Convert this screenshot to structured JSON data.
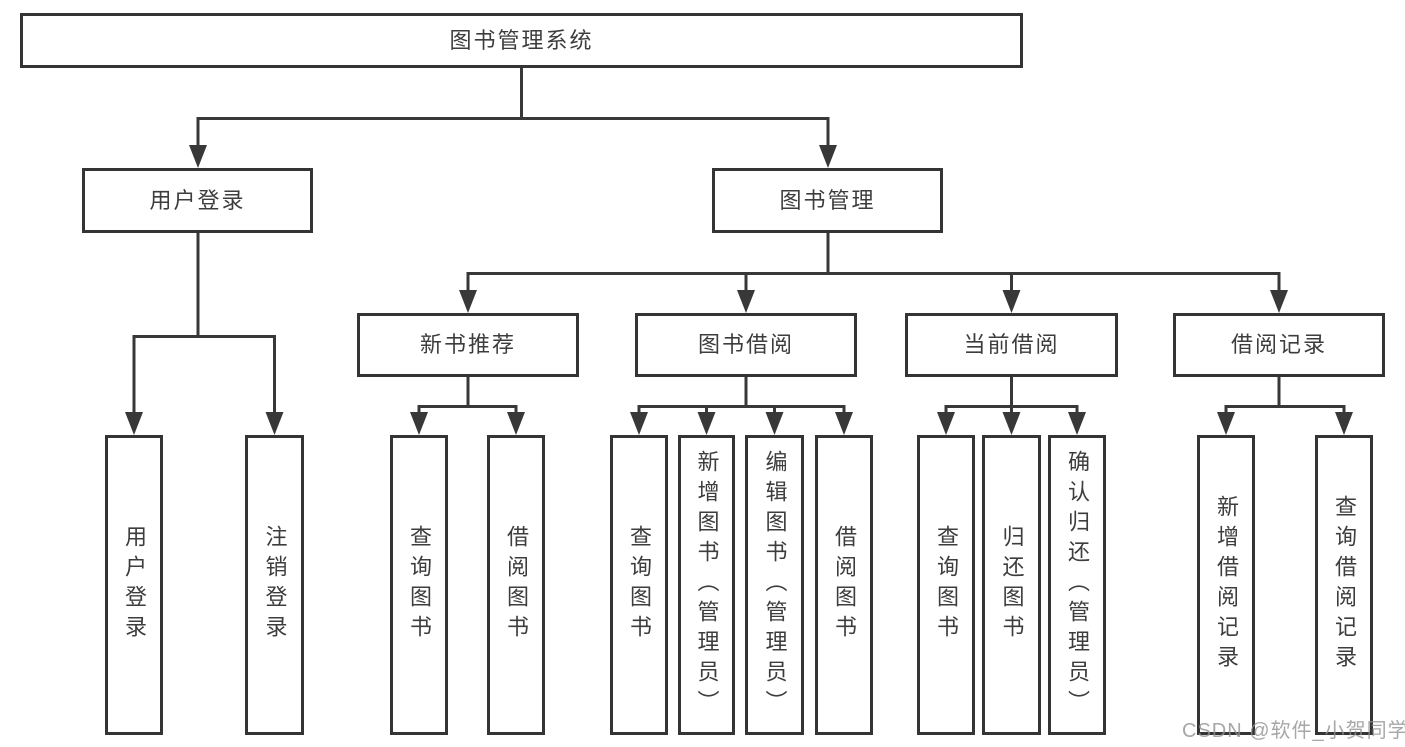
{
  "diagram": {
    "root": "图书管理系统",
    "level2": {
      "user_login": "用户登录",
      "book_mgmt": "图书管理"
    },
    "level3": {
      "new_books": "新书推荐",
      "book_borrow": "图书借阅",
      "current_borrow": "当前借阅",
      "borrow_records": "借阅记录"
    },
    "leaves": {
      "user_login": "用户登录",
      "logout": "注销登录",
      "nb_query": "查询图书",
      "nb_borrow": "借阅图书",
      "bb_query": "查询图书",
      "bb_add": "新增图书（管理员）",
      "bb_edit": "编辑图书（管理员）",
      "bb_borrow": "借阅图书",
      "cb_query": "查询图书",
      "cb_return": "归还图书",
      "cb_confirm": "确认归还（管理员）",
      "br_add": "新增借阅记录",
      "br_query": "查询借阅记录"
    }
  },
  "watermark": "CSDN @软件_小贺同学",
  "colors": {
    "line": "#383838",
    "border": "#343434",
    "text": "#3d3d3d",
    "watermark": "#919191"
  }
}
